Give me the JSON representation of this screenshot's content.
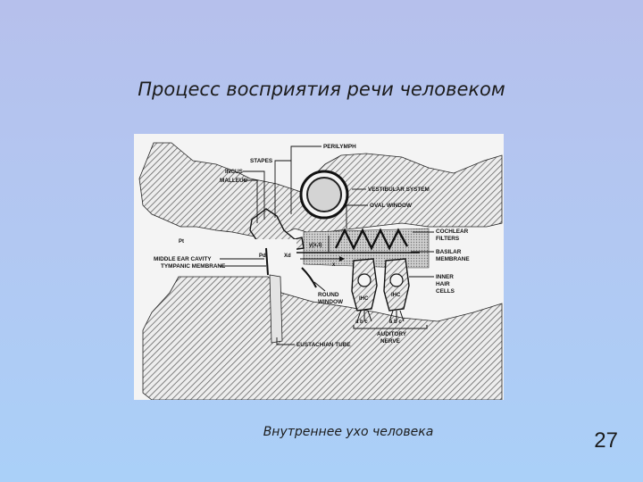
{
  "slide": {
    "title": "Процесс восприятия речи человеком",
    "caption": "Внутреннее ухо человека",
    "page_number": "27"
  },
  "diagram": {
    "labels": {
      "perilymph": "PERILYMPH",
      "stapes": "STAPES",
      "incus": "INCUS",
      "malleus": "MALLEUS",
      "vestibular_system": "VESTIBULAR SYSTEM",
      "oval_window": "OVAL WINDOW",
      "cochlear_filters_1": "COCHLEAR",
      "cochlear_filters_2": "FILTERS",
      "middle_ear_cavity": "MIDDLE EAR CAVITY",
      "tympanic_membrane": "TYMPANIC MEMBRANE",
      "basilar_membrane_1": "BASILAR",
      "basilar_membrane_2": "MEMBRANE",
      "inner_hair_cells_1": "INNER",
      "inner_hair_cells_2": "HAIR",
      "inner_hair_cells_3": "CELLS",
      "round_window_1": "ROUND",
      "round_window_2": "WINDOW",
      "ihc_left": "IHC",
      "ihc_right": "IHC",
      "abc_left": "a  b  c",
      "abc_right": "a  b c",
      "auditory_nerve_1": "AUDITORY",
      "auditory_nerve_2": "NERVE",
      "eustachian_tube": "EUSTACHIAN TUBE",
      "p_t": "Pt",
      "p_d": "Pd",
      "x_d": "Xd",
      "y_x_t": "y(x,t)",
      "x_axis": "x"
    }
  }
}
